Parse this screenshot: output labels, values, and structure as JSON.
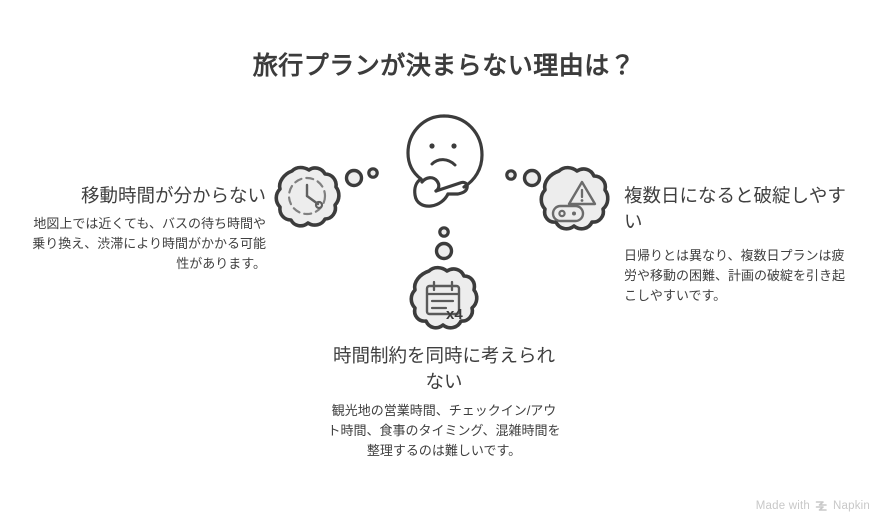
{
  "page": {
    "title": "旅行プランが決まらない理由は？",
    "background_color": "#ffffff",
    "ink_color": "#3f3f3f",
    "blob_fill_color": "#ededed",
    "blob_stroke_color": "#3c3c3c"
  },
  "nodes": [
    {
      "id": "travel-time",
      "heading": "移動時間が分からない",
      "body": "地図上では近くても、バスの待ち時間や乗り換え、渋滞により時間がかかる可能性があります。",
      "icon": "clock-blob-icon",
      "align": "right"
    },
    {
      "id": "time-constraints",
      "heading": "時間制約を同時に考えられない",
      "body": "観光地の営業時間、チェックイン/アウト時間、食事のタイミング、混雑時間を整理するのは難しいです。",
      "icon": "calendar-blob-icon",
      "icon_label": "x4",
      "align": "center"
    },
    {
      "id": "multi-day-breakdown",
      "heading": "複数日になると破綻しやすい",
      "body": "日帰りとは異なり、複数日プランは疲労や移動の困難、計画の破綻を引き起こしやすいです。",
      "icon": "warning-blob-icon",
      "align": "left"
    }
  ],
  "center_figure": {
    "icon": "thinking-face-icon"
  },
  "watermark": {
    "prefix": "Made with",
    "brand": "Napkin",
    "logo": "napkin-chevron-icon",
    "color": "#c8c8c8"
  }
}
